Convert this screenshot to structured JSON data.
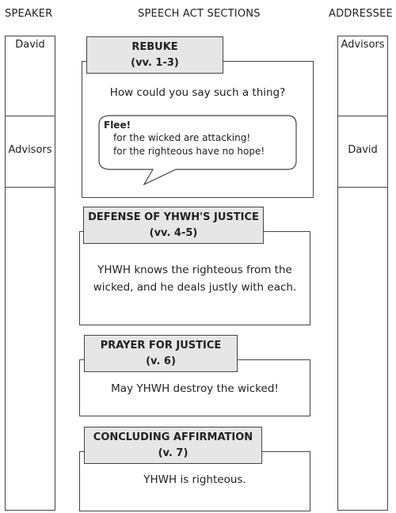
{
  "headers": {
    "speaker": "SPEAKER",
    "sections": "SPEECH ACT SECTIONS",
    "addressee": "ADDRESSEE"
  },
  "speaker_column": [
    "David",
    "Advisors"
  ],
  "addressee_column": [
    "Advisors",
    "David"
  ],
  "sections": [
    {
      "title": "REBUKE",
      "verses": "(vv. 1-3)",
      "text": "How could you say such a thing?",
      "speech_bubble": {
        "heading": "Flee!",
        "lines": [
          "for the wicked are attacking!",
          "for the righteous have no hope!"
        ]
      }
    },
    {
      "title": "DEFENSE OF YHWH'S JUSTICE",
      "verses": "(vv. 4-5)",
      "text_lines": [
        "YHWH knows the righteous from the",
        "wicked, and he deals justly with each."
      ]
    },
    {
      "title": "PRAYER FOR JUSTICE",
      "verses": "(v. 6)",
      "text": "May YHWH destroy the wicked!"
    },
    {
      "title": "CONCLUDING AFFIRMATION",
      "verses": "(v. 7)",
      "text": "YHWH is righteous."
    }
  ]
}
